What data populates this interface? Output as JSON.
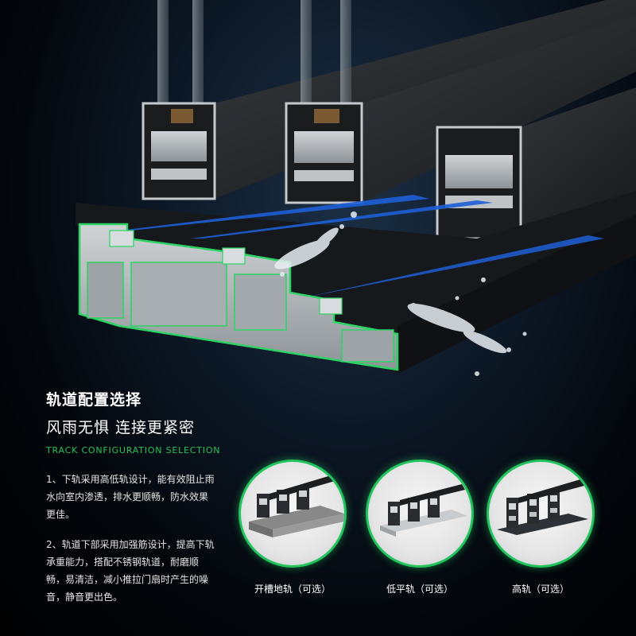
{
  "heading": {
    "title": "轨道配置选择",
    "subtitle": "风雨无惧 连接更紧密",
    "english": "TRACK CONFIGURATION SELECTION"
  },
  "notes": [
    "1、下轨采用高低轨设计，能有效阻止雨水向室内渗透，排水更顺畅，防水效果更佳。",
    "2、轨道下部采用加强筋设计，提高下轨承重能力，搭配不锈钢轨道，耐磨顺畅，易清洁，减小推拉门扇时产生的噪音，静音更出色。"
  ],
  "options": [
    {
      "label": "开槽地轨（可选）",
      "icon": "grooved-floor-track-image"
    },
    {
      "label": "低平轨（可选）",
      "icon": "low-flat-track-image"
    },
    {
      "label": "高轨（可选）",
      "icon": "high-track-image"
    }
  ],
  "colors": {
    "accent": "#22c45e",
    "background": "#05090f",
    "profile": "#2a2d30",
    "seal": "#1d5fd6"
  }
}
